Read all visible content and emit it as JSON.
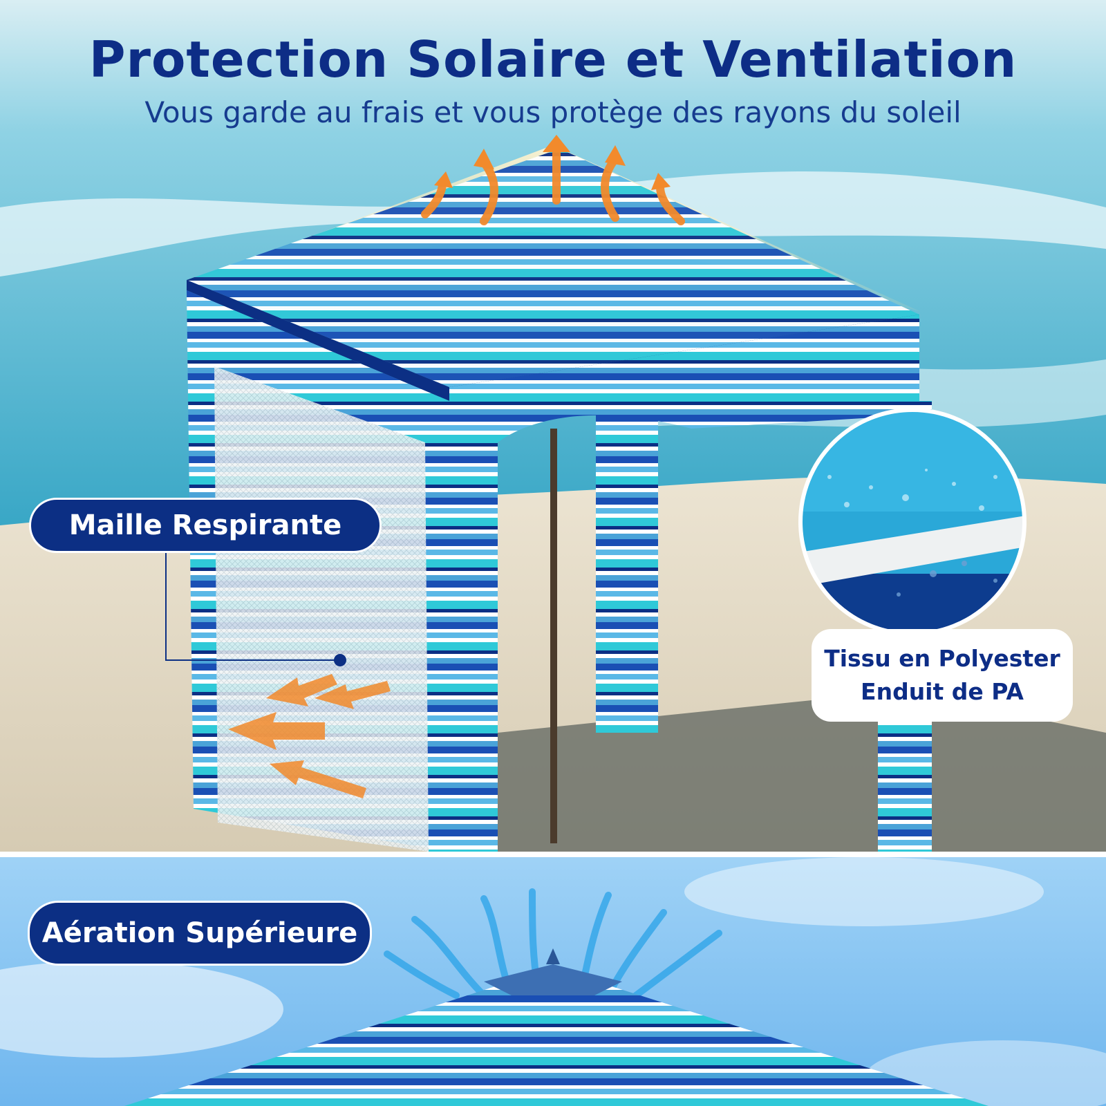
{
  "headline": "Protection Solaire et Ventilation",
  "subline": "Vous garde au frais et vous protège des rayons du soleil",
  "callouts": {
    "mesh": "Maille Respirante",
    "fabric_line1": "Tissu en Polyester",
    "fabric_line2": "Enduit de PA",
    "vent": "Aération Supérieure"
  },
  "colors": {
    "navy": "#0c2f84",
    "royal": "#1a4fb4",
    "turquoise": "#29d3dc",
    "sky": "#5ab8e6",
    "white": "#ffffff",
    "arrow": "#f28a2c"
  }
}
